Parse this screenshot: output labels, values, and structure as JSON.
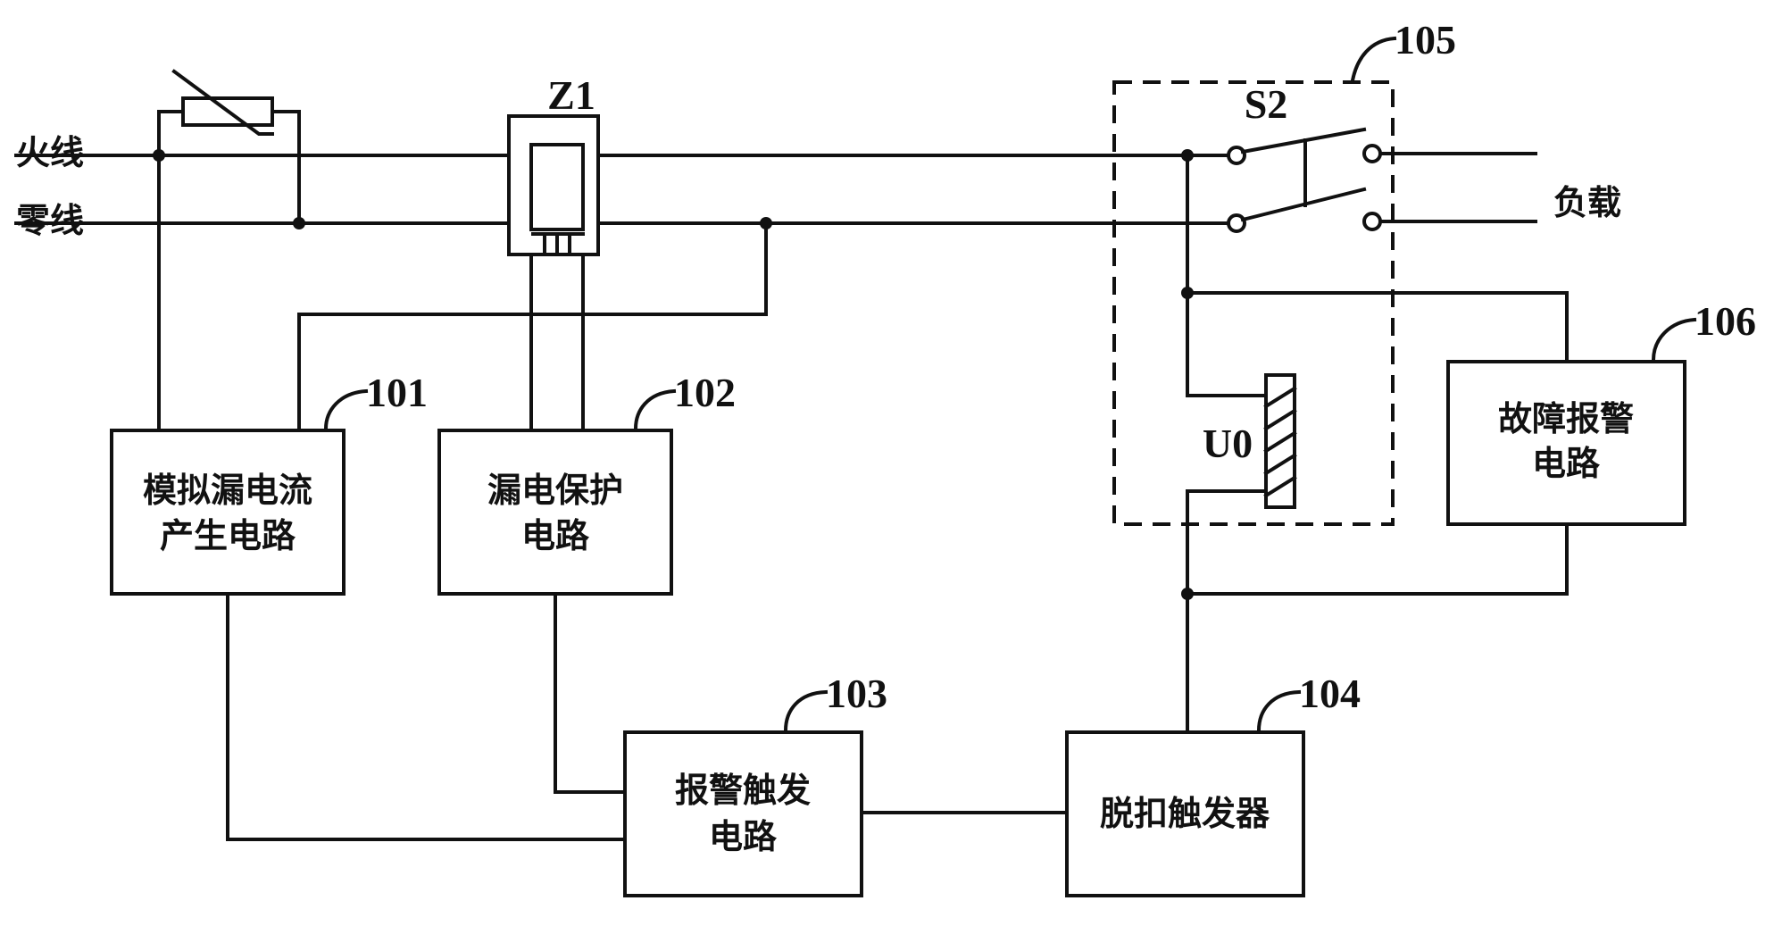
{
  "lines": {
    "live": "火线",
    "neutral": "零线",
    "load": "负载"
  },
  "components": {
    "ct": "Z1",
    "switch": "S2",
    "coil": "U0"
  },
  "blocks": {
    "b101": {
      "line1": "模拟漏电流",
      "line2": "产生电路"
    },
    "b102": {
      "line1": "漏电保护",
      "line2": "电路"
    },
    "b103": {
      "line1": "报警触发",
      "line2": "电路"
    },
    "b104": {
      "line1": "脱扣触发器"
    },
    "b106": {
      "line1": "故障报警",
      "line2": "电路"
    }
  },
  "refs": {
    "r101": "101",
    "r102": "102",
    "r103": "103",
    "r104": "104",
    "r105": "105",
    "r106": "106"
  }
}
